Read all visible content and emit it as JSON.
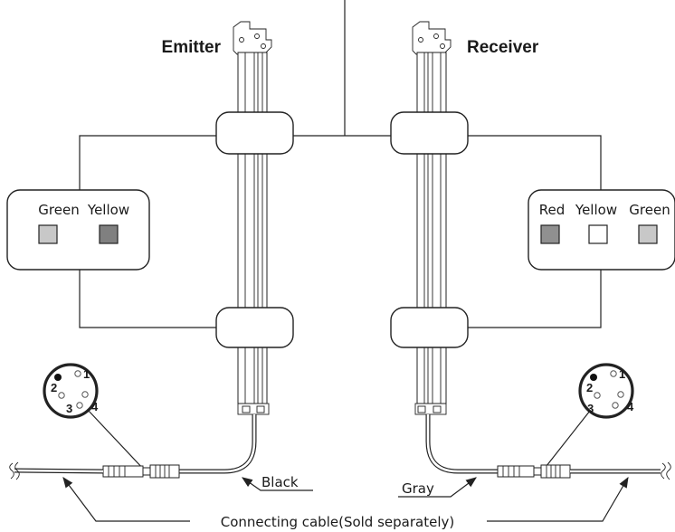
{
  "emitter": {
    "title": "Emitter",
    "indicators": [
      {
        "label": "Green",
        "color": "#c8c8c8"
      },
      {
        "label": "Yellow",
        "color": "#808080"
      }
    ],
    "cable_label": "Black",
    "pins": [
      "1",
      "2",
      "3",
      "4"
    ]
  },
  "receiver": {
    "title": "Receiver",
    "indicators": [
      {
        "label": "Red",
        "color": "#909090"
      },
      {
        "label": "Yellow",
        "color": "#ffffff"
      },
      {
        "label": "Green",
        "color": "#c8c8c8"
      }
    ],
    "cable_label": "Gray",
    "pins": [
      "1",
      "2",
      "3",
      "4"
    ]
  },
  "connecting_cable_label": "Connecting cable(Sold separately)"
}
